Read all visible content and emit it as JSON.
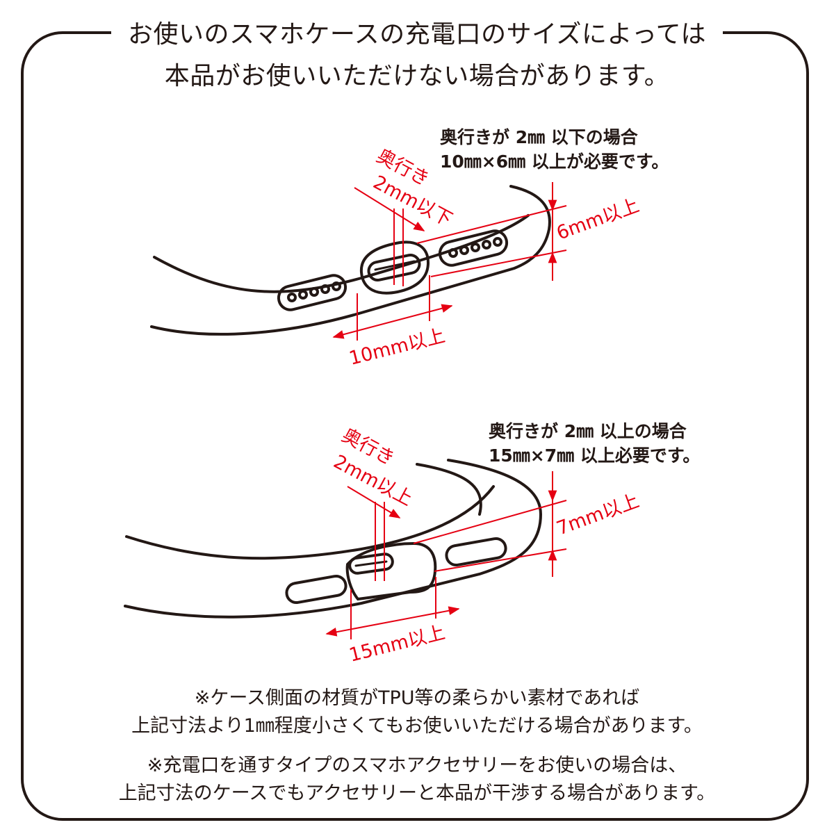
{
  "header": {
    "line1": "お使いのスマホケースの充電口のサイズによっては",
    "line2": "本品がお使いいただけない場合があります。"
  },
  "diagram1": {
    "cond_line1": "奥行きが 2㎜ 以下の場合",
    "cond_line2": "10㎜×6㎜ 以上が必要です。",
    "depth_label_1": "奥行き",
    "depth_label_2": "2mm以下",
    "height_label": "6mm以上",
    "width_label": "10mm以上"
  },
  "diagram2": {
    "cond_line1": "奥行きが 2㎜ 以上の場合",
    "cond_line2": "15㎜×7㎜ 以上必要です。",
    "depth_label_1": "奥行き",
    "depth_label_2": "2mm以上",
    "height_label": "7mm以上",
    "width_label": "15mm以上"
  },
  "notes": {
    "note1_line1": "※ケース側面の材質がTPU等の柔らかい素材であれば",
    "note1_line2": "上記寸法より1㎜程度小さくてもお使いいただける場合があります。",
    "note2_line1": "※充電口を通すタイプのスマホアクセサリーをお使いの場合は、",
    "note2_line2": "上記寸法のケースでもアクセサリーと本品が干渉する場合があります。"
  },
  "colors": {
    "line": "#231815",
    "dimension": "#e50012"
  }
}
